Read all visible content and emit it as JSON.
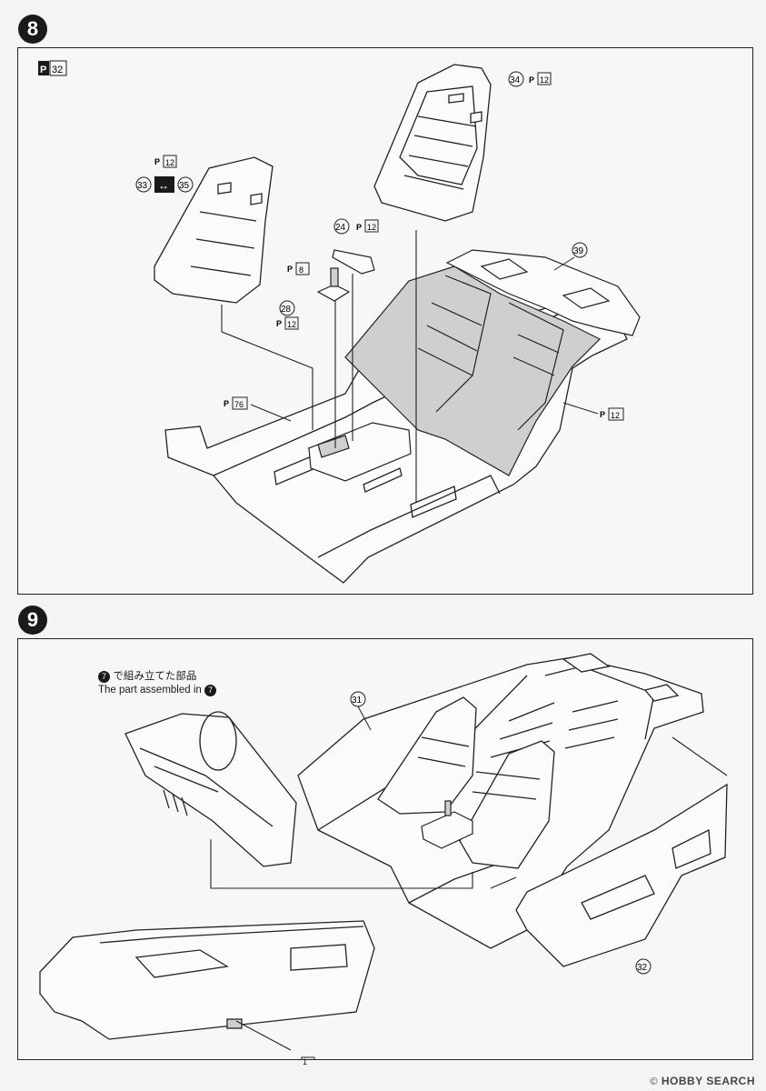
{
  "steps": [
    {
      "number": "8",
      "paint_badge": "32",
      "parts": [
        "34",
        "33",
        "35",
        "24",
        "28",
        "39"
      ],
      "paint_codes": [
        "12",
        "12",
        "12",
        "8",
        "12",
        "76",
        "12"
      ]
    },
    {
      "number": "9",
      "note": {
        "ref": "7",
        "jp": "で組み立てた部品",
        "en": "The part assembled in",
        "en_ref": "7"
      },
      "parts": [
        "31",
        "32"
      ],
      "paint_codes": [
        "1"
      ]
    }
  ],
  "watermark": {
    "copyright": "©",
    "text": "HOBBY SEARCH"
  },
  "colors": {
    "ink": "#1a1a1a",
    "gray_fill": "#cfcfcf",
    "paper": "#f7f7f5"
  }
}
